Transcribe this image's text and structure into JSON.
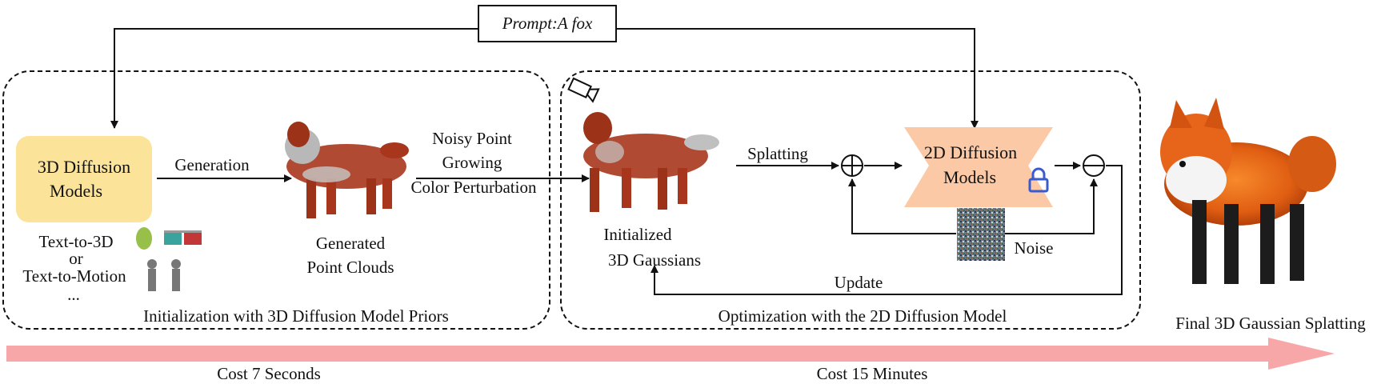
{
  "prompt": "Prompt:A fox",
  "left_panel": {
    "title": "Initialization with 3D Diffusion Model Priors",
    "model_line1": "3D Diffusion",
    "model_line2": "Models",
    "arrow_label": "Generation",
    "sources": [
      "Text-to-3D",
      "or",
      "Text-to-Motion",
      "..."
    ],
    "output_line1": "Generated",
    "output_line2": "Point Clouds"
  },
  "middle_label": [
    "Noisy Point",
    "Growing",
    "Color Perturbation"
  ],
  "right_panel": {
    "title": "Optimization with the 2D Diffusion Model",
    "init_line1": "Initialized",
    "init_line2": "3D Gaussians",
    "splatting": "Splatting",
    "model_line1": "2D Diffusion",
    "model_line2": "Models",
    "noise": "Noise",
    "update": "Update"
  },
  "final_label": "Final 3D Gaussian Splatting",
  "timeline": {
    "cost1": "Cost 7 Seconds",
    "cost2": "Cost 15 Minutes"
  },
  "colors": {
    "model3d_fill": "#fbe39a",
    "model2d_fill": "#fbc9a5",
    "timeline_arrow": "#f7a7a7",
    "lock": "#3a5bd0",
    "point_red": "#a8361c"
  }
}
